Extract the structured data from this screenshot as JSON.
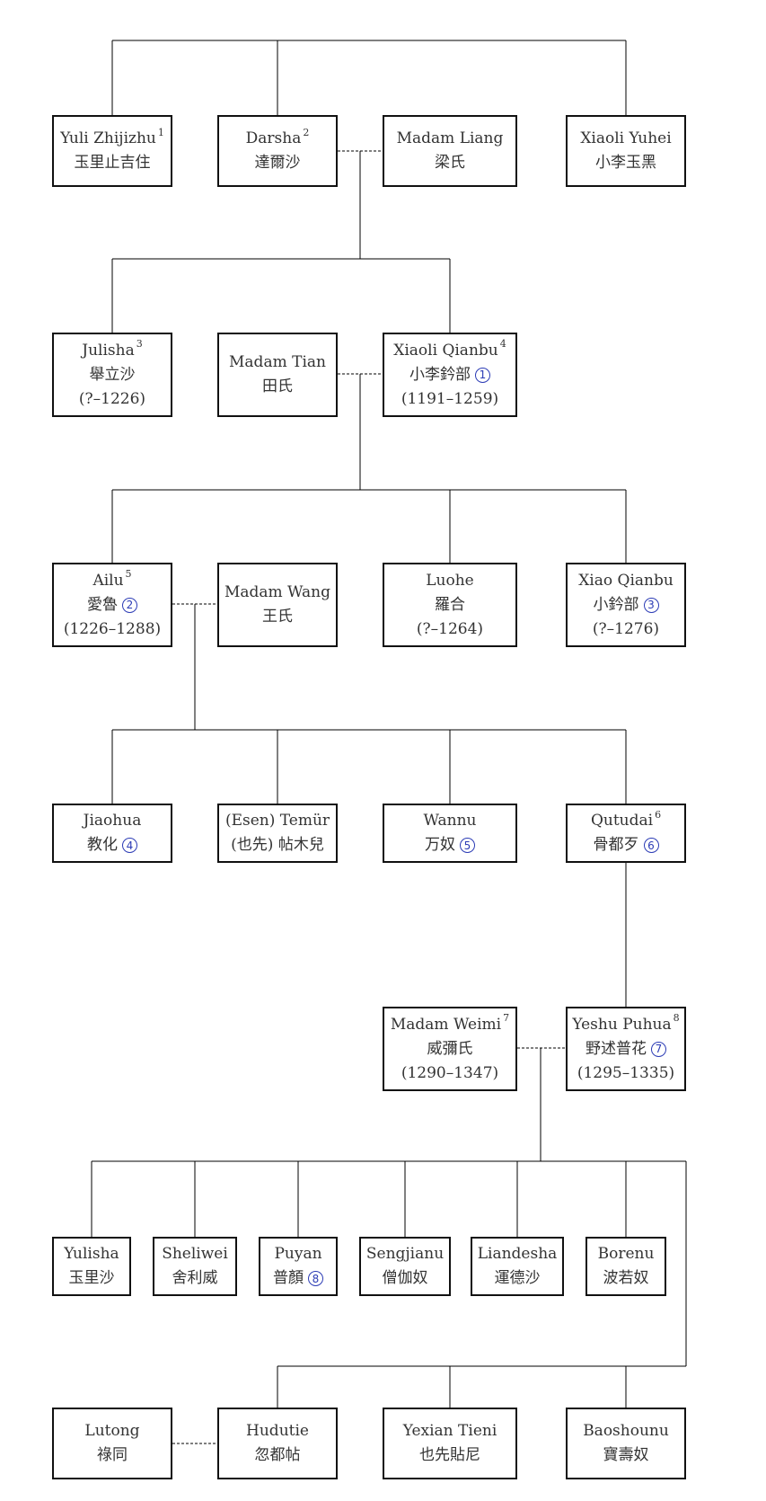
{
  "people": [
    {
      "id": "yuli_zhijizhu",
      "name": "Yuli Zhijizhu",
      "note": "1",
      "hanzi": "玉里止吉住"
    },
    {
      "id": "darsha",
      "name": "Darsha",
      "note": "2",
      "hanzi": "達爾沙"
    },
    {
      "id": "madam_liang",
      "name": "Madam Liang",
      "hanzi": "梁氏"
    },
    {
      "id": "xiaoli_yuhei",
      "name": "Xiaoli Yuhei",
      "hanzi": "小李玉黑"
    },
    {
      "id": "julisha",
      "name": "Julisha",
      "note": "3",
      "hanzi": "舉立沙",
      "dates": "(?–1226)"
    },
    {
      "id": "madam_tian",
      "name": "Madam Tian",
      "hanzi": "田氏"
    },
    {
      "id": "xiaoli_qianbu",
      "name": "Xiaoli Qianbu",
      "note": "4",
      "hanzi": "小李鈐部",
      "rank": "1",
      "dates": "(1191–1259)"
    },
    {
      "id": "ailu",
      "name": "Ailu",
      "note": "5",
      "hanzi": "愛魯",
      "rank": "2",
      "dates": "(1226–1288)"
    },
    {
      "id": "madam_wang",
      "name": "Madam Wang",
      "hanzi": "王氏"
    },
    {
      "id": "luohe",
      "name": "Luohe",
      "hanzi": "羅合",
      "dates": "(?–1264)"
    },
    {
      "id": "xiao_qianbu",
      "name": "Xiao Qianbu",
      "hanzi": "小鈐部",
      "rank": "3",
      "dates": "(?–1276)"
    },
    {
      "id": "jiaohua",
      "name": "Jiaohua",
      "hanzi": "教化",
      "rank": "4"
    },
    {
      "id": "esen_temur",
      "name": "(Esen) Temür",
      "hanzi": "(也先) 帖木兒"
    },
    {
      "id": "wannu",
      "name": "Wannu",
      "hanzi": "万奴",
      "rank": "5"
    },
    {
      "id": "qutudai",
      "name": "Qutudai",
      "note": "6",
      "hanzi": "骨都歹",
      "rank": "6"
    },
    {
      "id": "madam_weimi",
      "name": "Madam Weimi",
      "note": "7",
      "hanzi": "威彌氏",
      "dates": "(1290–1347)"
    },
    {
      "id": "yeshu_puhua",
      "name": "Yeshu Puhua",
      "note": "8",
      "hanzi": "野述普花",
      "rank": "7",
      "dates": "(1295–1335)"
    },
    {
      "id": "yulisha",
      "name": "Yulisha",
      "hanzi": "玉里沙"
    },
    {
      "id": "sheliwei",
      "name": "Sheliwei",
      "hanzi": "舍利威"
    },
    {
      "id": "puyan",
      "name": "Puyan",
      "hanzi": "普顏",
      "rank": "8"
    },
    {
      "id": "sengjianu",
      "name": "Sengjianu",
      "hanzi": "僧伽奴"
    },
    {
      "id": "liandesha",
      "name": "Liandesha",
      "hanzi": "運德沙"
    },
    {
      "id": "borenu",
      "name": "Borenu",
      "hanzi": "波若奴"
    },
    {
      "id": "lutong",
      "name": "Lutong",
      "hanzi": "祿同"
    },
    {
      "id": "hudutie",
      "name": "Hudutie",
      "hanzi": "忽都帖"
    },
    {
      "id": "yexian_tieni",
      "name": "Yexian Tieni",
      "hanzi": "也先貼尼"
    },
    {
      "id": "baoshounu",
      "name": "Baoshounu",
      "hanzi": "寶壽奴"
    }
  ]
}
